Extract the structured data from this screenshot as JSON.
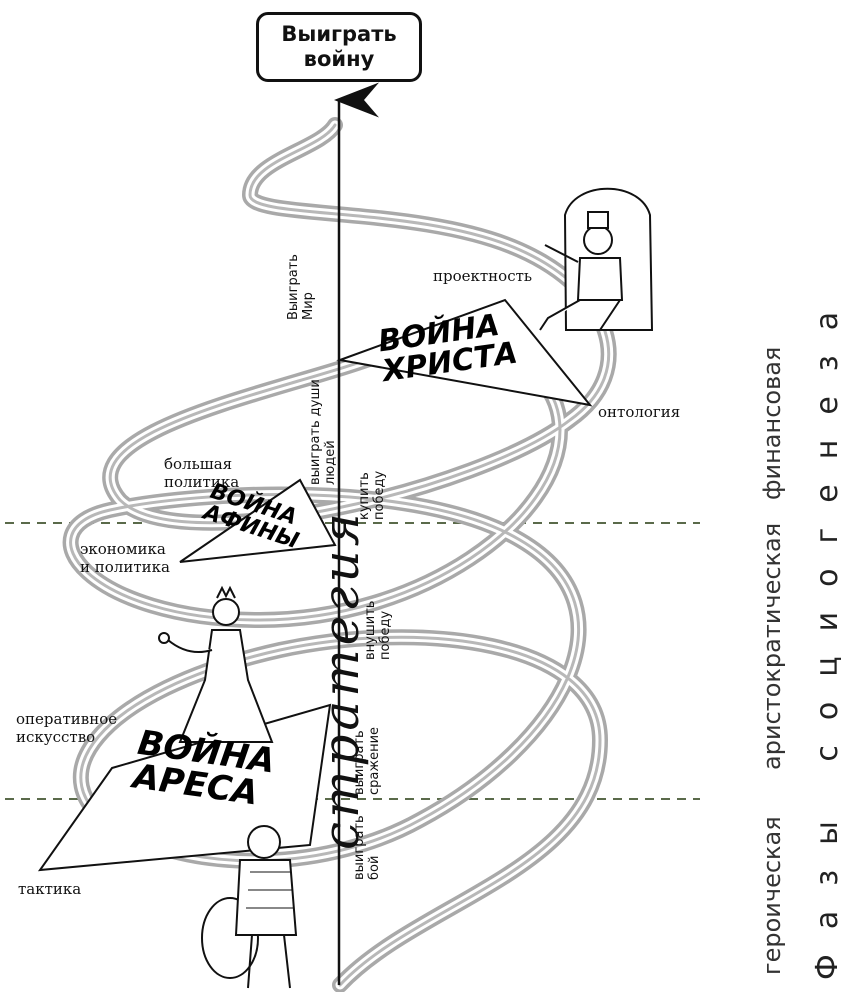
{
  "goal": "Выиграть\nвойну",
  "title_vertical": "Фазы социогенеза",
  "axis_label": "стратегия",
  "phases": {
    "heroic": "героическая",
    "aristocratic": "аристократическая",
    "financial": "финансовая"
  },
  "axis_steps": {
    "win_battle": "выиграть\nбой",
    "win_engagement": "выиграть\nсражение",
    "inspire_victory": "внушить\nпобеду",
    "buy_victory": "купить\nпобеду",
    "win_souls": "выиграть души\nлюдей",
    "win_world": "Выиграть\nМир"
  },
  "levels": {
    "tactics": "тактика",
    "operational_art": "оперативное\nискусство",
    "economics_politics": "экономика\nи политика",
    "big_politics": "большая\nполитика",
    "ontology": "онтология",
    "projectness": "проектность"
  },
  "wars": {
    "ares": "ВОЙНА\nАРЕСА",
    "athena": "ВОЙНА\nАФИНЫ",
    "christ": "ВОЙНА\nХРИСТА"
  },
  "colors": {
    "ribbon": "#a9a9a9",
    "dashed_line": "#5a6a4a",
    "ink": "#111111"
  },
  "illustrations": [
    "warrior-figure",
    "queen-figure",
    "financier-on-throne-figure"
  ]
}
